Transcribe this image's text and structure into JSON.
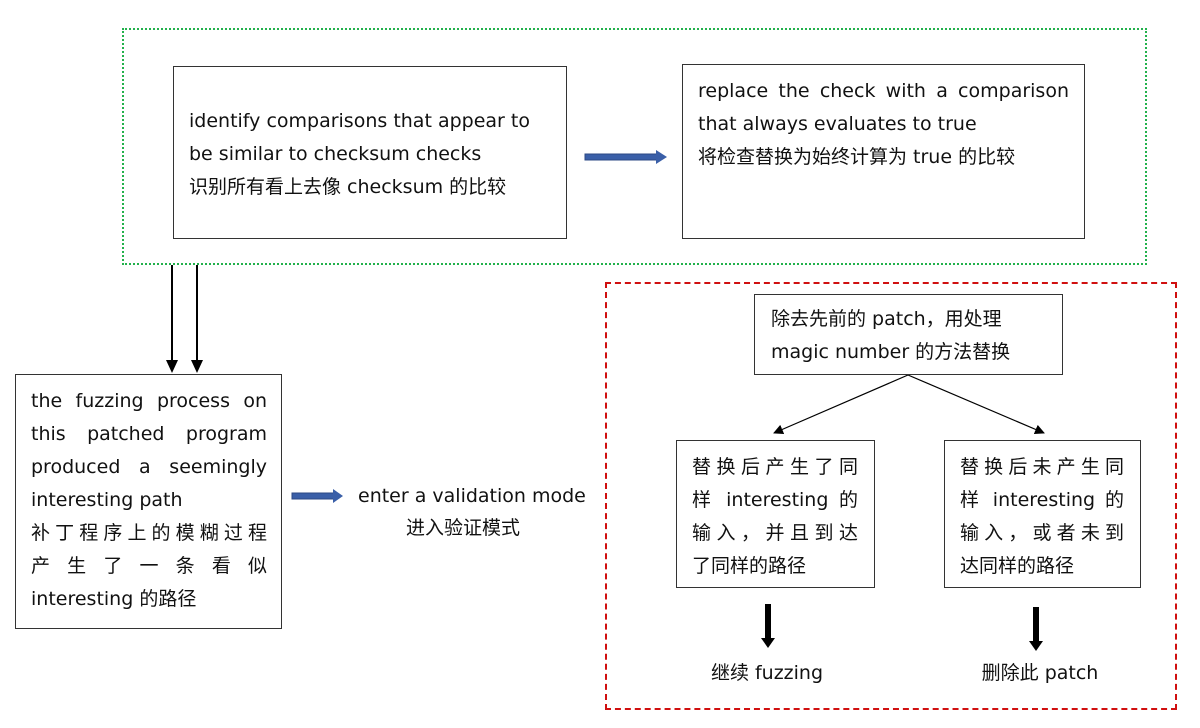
{
  "top_group": {
    "identify_box": {
      "lines": [
        "identify comparisons that appear to",
        "be similar to checksum checks",
        "识别所有看上去像 checksum 的比较"
      ]
    },
    "replace_box": {
      "lines": [
        "replace the check with a comparison",
        "that always evaluates to true",
        "将检查替换为始终计算为 true 的比较"
      ]
    }
  },
  "fuzzing_box": {
    "lines": [
      "the fuzzing process on",
      "this patched program",
      "produced a seemingly",
      "interesting path",
      "补丁程序上的模糊过程",
      "产 生 了 一 条 看 似",
      "interesting 的路径"
    ]
  },
  "validation": {
    "english": "enter a validation mode",
    "chinese": "进入验证模式"
  },
  "validation_group": {
    "remove_patch_box": {
      "lines": [
        "除去先前的 patch，用处理",
        "magic number 的方法替换"
      ]
    },
    "same_path_box": {
      "lines": [
        "替换后产生了同",
        "样 interesting 的",
        "输入，并且到达",
        "了同样的路径"
      ]
    },
    "different_path_box": {
      "lines": [
        "替换后未产生同",
        "样 interesting 的",
        "输入，或者未到",
        "达同样的路径"
      ]
    },
    "continue_label": "继续 fuzzing",
    "delete_label": "删除此 patch"
  },
  "colors": {
    "green_border": "#22b14c",
    "red_border": "#d01010",
    "blue_arrow": "#3a5fa8"
  }
}
